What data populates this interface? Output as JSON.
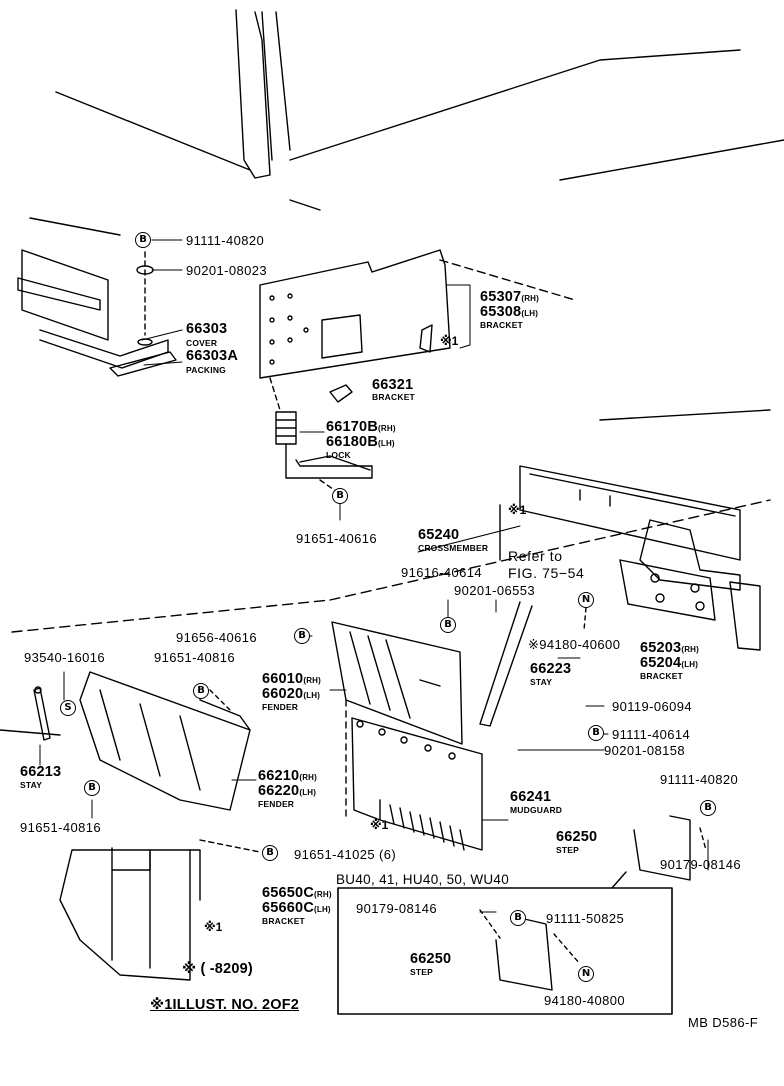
{
  "diagram": {
    "catalog_code": "MB D586-F",
    "refer_to": {
      "line1": "Refer to",
      "line2": "FIG. 75−54"
    },
    "footnote_range": "※ (        -8209)",
    "footnote_illust": "※1ILLUST. NO. 2OF2",
    "variant_box_title": "BU40, 41, HU40, 50, WU40",
    "badges": {
      "bolt": "B",
      "nut": "N",
      "screw": "S"
    },
    "star_mark": "※1",
    "parts": {
      "p91111_40820_a": "91111-40820",
      "p90201_08023": "90201-08023",
      "p66303": "66303",
      "p66303_name": "COVER",
      "p66303A": "66303A",
      "p66303A_name": "PACKING",
      "p65307": "65307",
      "p65307_sfx": "(RH)",
      "p65308": "65308",
      "p65308_sfx": "(LH)",
      "p65307_name": "BRACKET",
      "p66321": "66321",
      "p66321_name": "BRACKET",
      "p66170B": "66170B",
      "p66170B_sfx": "(RH)",
      "p66180B": "66180B",
      "p66180B_sfx": "(LH)",
      "p66170B_name": "LOCK",
      "p91651_40616": "91651-40616",
      "p65240": "65240",
      "p65240_name": "CROSSMEMBER",
      "p91616_40614": "91616-40614",
      "p90201_06553": "90201-06553",
      "p94180_40600": "※94180-40600",
      "p66223": "66223",
      "p66223_name": "STAY",
      "p65203": "65203",
      "p65203_sfx": "(RH)",
      "p65204": "65204",
      "p65204_sfx": "(LH)",
      "p65203_name": "BRACKET",
      "p91656_40616": "91656-40616",
      "p93540_16016": "93540-16016",
      "p91651_40816_a": "91651-40816",
      "p66010": "66010",
      "p66010_sfx": "(RH)",
      "p66020": "66020",
      "p66020_sfx": "(LH)",
      "p66010_name": "FENDER",
      "p90119_06094": "90119-06094",
      "p91111_40614": "91111-40614",
      "p90201_08158": "90201-08158",
      "p66213": "66213",
      "p66213_name": "STAY",
      "p66210": "66210",
      "p66210_sfx": "(RH)",
      "p66220": "66220",
      "p66220_sfx": "(LH)",
      "p66210_name": "FENDER",
      "p91111_40820_b": "91111-40820",
      "p66241": "66241",
      "p66241_name": "MUDGUARD",
      "p91651_40816_b": "91651-40816",
      "p66250_a": "66250",
      "p66250_a_name": "STEP",
      "p90179_08146_a": "90179-08146",
      "p91651_41025": "91651-41025 (6)",
      "p65650C": "65650C",
      "p65650C_sfx": "(RH)",
      "p65660C": "65660C",
      "p65660C_sfx": "(LH)",
      "p65650C_name": "BRACKET",
      "p90179_08146_b": "90179-08146",
      "p91111_50825": "91111-50825",
      "p66250_b": "66250",
      "p66250_b_name": "STEP",
      "p94180_40800": "94180-40800"
    }
  }
}
